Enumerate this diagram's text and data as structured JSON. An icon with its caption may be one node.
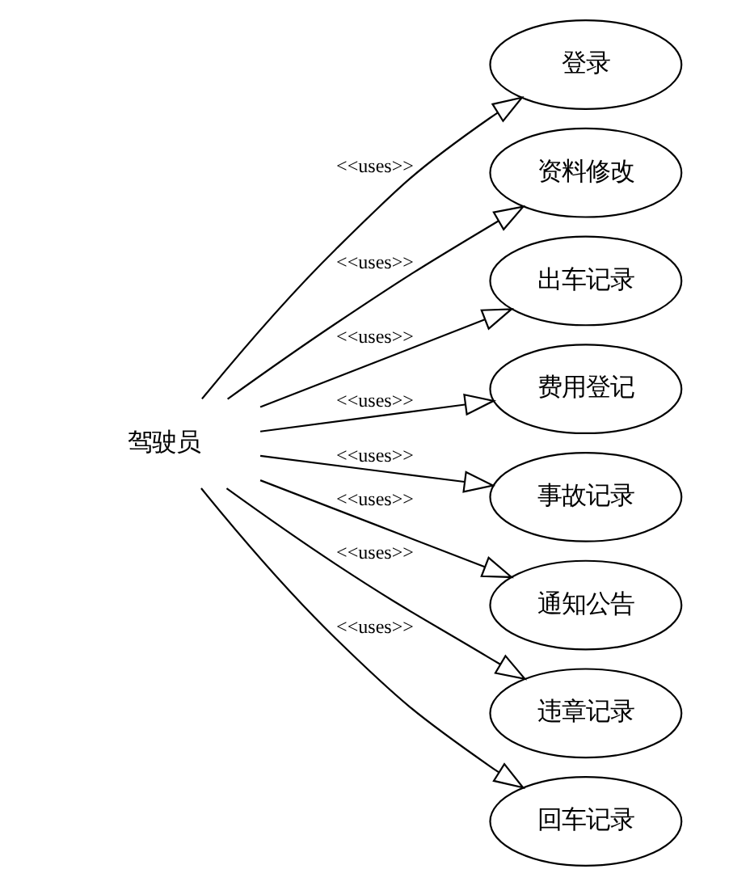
{
  "diagram": {
    "nodes": [
      {
        "text": [
          "驾驶员"
        ]
      },
      {
        "text": [
          "登录"
        ]
      },
      {
        "text": [
          "资料修改"
        ]
      },
      {
        "text": [
          "出车记录"
        ]
      },
      {
        "text": [
          "费用登记"
        ]
      },
      {
        "text": [
          "事故记录"
        ]
      },
      {
        "text": [
          "通知公告"
        ]
      },
      {
        "text": [
          "违章记录"
        ]
      },
      {
        "text": [
          "回车记录"
        ]
      }
    ],
    "edges": [
      {
        "from": 0,
        "to": 1,
        "arrow": "to",
        "label": "<<uses>>"
      },
      {
        "from": 0,
        "to": 2,
        "arrow": "to",
        "label": "<<uses>>"
      },
      {
        "from": 0,
        "to": 3,
        "arrow": "to",
        "label": "<<uses>>"
      },
      {
        "from": 0,
        "to": 4,
        "arrow": "to",
        "label": "<<uses>>"
      },
      {
        "from": 0,
        "to": 5,
        "arrow": "to",
        "label": "<<uses>>"
      },
      {
        "from": 0,
        "to": 6,
        "arrow": "to",
        "label": "<<uses>>"
      },
      {
        "from": 0,
        "to": 7,
        "arrow": "to",
        "label": "<<uses>>"
      },
      {
        "from": 0,
        "to": 8,
        "arrow": "to",
        "label": "<<uses>>"
      }
    ]
  }
}
